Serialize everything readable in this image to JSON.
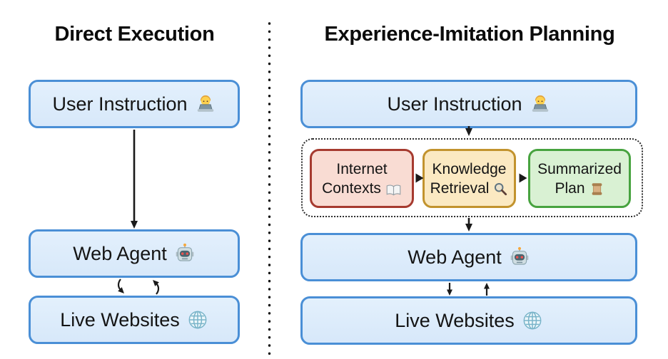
{
  "figure": {
    "left_panel": {
      "title": "Direct Execution",
      "nodes": {
        "user_instruction": {
          "label": "User Instruction",
          "icon": "technologist-icon"
        },
        "web_agent": {
          "label": "Web Agent",
          "icon": "robot-icon"
        },
        "live_websites": {
          "label": "Live Websites",
          "icon": "globe-icon"
        }
      },
      "edges": [
        {
          "from": "user_instruction",
          "to": "web_agent",
          "style": "arrow-down"
        },
        {
          "from": "web_agent",
          "to": "live_websites",
          "style": "bidirectional"
        }
      ]
    },
    "right_panel": {
      "title": "Experience-Imitation Planning",
      "nodes": {
        "user_instruction": {
          "label": "User Instruction",
          "icon": "technologist-icon"
        },
        "internet_contexts": {
          "label": "Internet Contexts",
          "icon": "open-book-icon"
        },
        "knowledge_retrieval": {
          "label": "Knowledge Retrieval",
          "icon": "magnifying-glass-icon"
        },
        "summarized_plan": {
          "label": "Summarized Plan",
          "icon": "scroll-icon"
        },
        "web_agent": {
          "label": "Web Agent",
          "icon": "robot-icon"
        },
        "live_websites": {
          "label": "Live Websites",
          "icon": "globe-icon"
        }
      },
      "edges": [
        {
          "from": "user_instruction",
          "to": "planning-module",
          "style": "arrow-down"
        },
        {
          "from": "internet_contexts",
          "to": "knowledge_retrieval",
          "style": "arrow-right"
        },
        {
          "from": "knowledge_retrieval",
          "to": "summarized_plan",
          "style": "arrow-right"
        },
        {
          "from": "planning-module",
          "to": "web_agent",
          "style": "arrow-down"
        },
        {
          "from": "web_agent",
          "to": "live_websites",
          "style": "bidirectional"
        }
      ]
    },
    "colors": {
      "blue_fill": "#dcebfb",
      "blue_border": "#4a8fd6",
      "red_fill": "#f9dcd3",
      "red_border": "#a63a2f",
      "yellow_fill": "#fbe9c2",
      "yellow_border": "#c2932e",
      "green_fill": "#d9f1d3",
      "green_border": "#47a33f",
      "arrow": "#1a1a1a",
      "divider": "#111111",
      "text": "#141414"
    }
  }
}
